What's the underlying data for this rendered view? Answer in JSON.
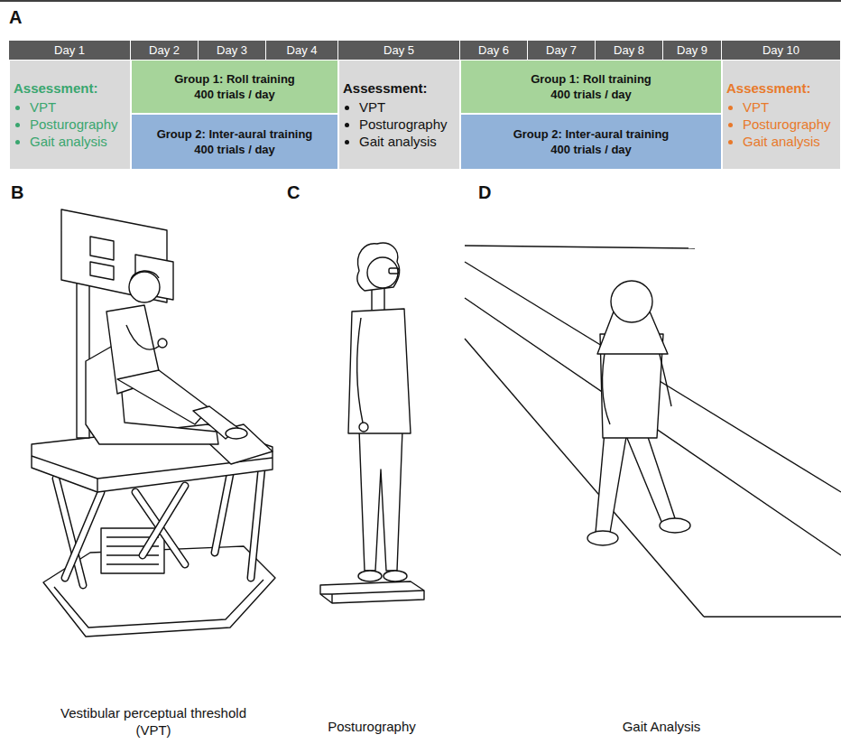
{
  "diagram": {
    "nodes": [
      {
        "text": [
          "Day 1"
        ]
      },
      {
        "text": [
          "Day 2"
        ]
      },
      {
        "text": [
          "Day 3"
        ]
      },
      {
        "text": [
          "Day 4"
        ]
      },
      {
        "text": [
          "Day 5"
        ]
      },
      {
        "text": [
          "Day 6"
        ]
      },
      {
        "text": [
          "Day 7"
        ]
      },
      {
        "text": [
          "Day 8"
        ]
      },
      {
        "text": [
          "Day 9"
        ]
      },
      {
        "text": [
          "Day 10"
        ]
      },
      {
        "text": [
          "Assessment:",
          "VPT",
          "Posturography",
          "Gait analysis"
        ]
      },
      {
        "text": [
          "Group 1: Roll training",
          "400 trials / day"
        ]
      },
      {
        "text": [
          "Group 2: Inter-aural training",
          "400 trials / day"
        ]
      },
      {
        "text": [
          "Assessment:",
          "VPT",
          "Posturography",
          "Gait analysis"
        ]
      },
      {
        "text": [
          "Group 1: Roll training",
          "400 trials / day"
        ]
      },
      {
        "text": [
          "Group 2: Inter-aural training",
          "400 trials / day"
        ]
      },
      {
        "text": [
          "Assessment:",
          "VPT",
          "Posturography",
          "Gait analysis"
        ]
      }
    ],
    "labels": [
      "A",
      "B",
      "C",
      "D",
      "Vestibular perceptual threshold (VPT)",
      "Posturography",
      "Gait Analysis"
    ]
  }
}
